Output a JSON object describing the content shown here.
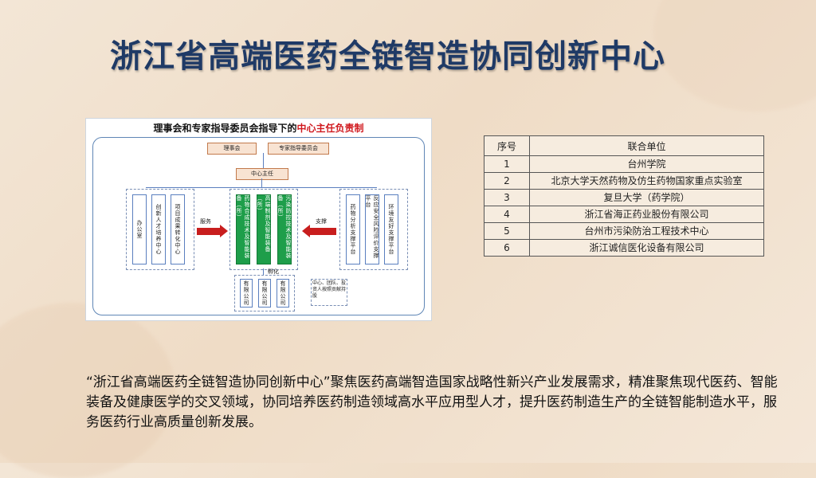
{
  "title": "浙江省高端医药全链智造协同创新中心",
  "org_chart": {
    "heading_prefix": "理事会和专家指导委员会指导下的",
    "heading_highlight": "中心主任负责制",
    "board": "理事会",
    "expert_committee": "专家指导委员会",
    "director": "中心主任",
    "left_cols": [
      "办公室",
      "创新人才培养中心",
      "项目成果转化中心"
    ],
    "center_cols": [
      "药物合成技术及智能装备（所）",
      "高端制剂及智能装备（所）",
      "污染防控技术及智能装备（所）"
    ],
    "right_cols": [
      "药物分析支撑平台",
      "反应安全风险评价支撑平台",
      "环境友好支撑平台"
    ],
    "service_label": "服务",
    "support_label": "支撑",
    "incubate_label": "孵化",
    "companies": [
      "有限公司",
      "有限公司",
      "有限公司"
    ],
    "incubate_note": "中心、团队、投资人按照贡献持股"
  },
  "table": {
    "headers": [
      "序号",
      "联合单位"
    ],
    "rows": [
      [
        "1",
        "台州学院"
      ],
      [
        "2",
        "北京大学天然药物及仿生药物国家重点实验室"
      ],
      [
        "3",
        "复旦大学（药学院）"
      ],
      [
        "4",
        "浙江省海正药业股份有限公司"
      ],
      [
        "5",
        "台州市污染防治工程技术中心"
      ],
      [
        "6",
        "浙江诚信医化设备有限公司"
      ]
    ]
  },
  "description": "“浙江省高端医药全链智造协同创新中心”聚焦医药高端智造国家战略性新兴产业发展需求，精准聚焦现代医药、智能装备及健康医学的交叉领域，协同培养医药制造领域高水平应用型人才，提升医药制造生产的全链智能制造水平，服务医药行业高质量创新发展。",
  "colors": {
    "title": "#1f3a66",
    "highlight": "#d0191e",
    "green": "#1e9e4a",
    "arrow": "#c81e1e"
  }
}
